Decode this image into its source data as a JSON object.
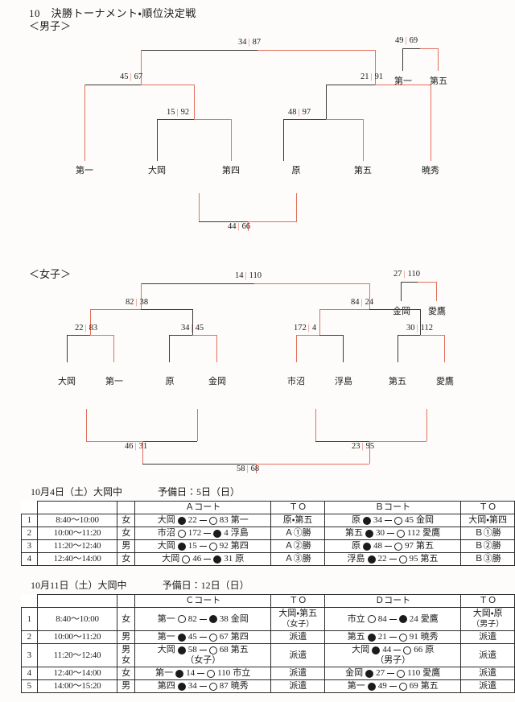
{
  "document": {
    "title": "10　決勝トーナメント・順位決定戦",
    "men_label": "＜男子＞",
    "women_label": "＜女子＞"
  },
  "men_bracket": {
    "teams": [
      "第一",
      "大岡",
      "第四",
      "原",
      "第五",
      "暁秀"
    ],
    "final_label": "第一",
    "final_label2": "第五",
    "matches": [
      {
        "id": "m-semi-left",
        "a": "45",
        "b": "67"
      },
      {
        "id": "m-quarter-left",
        "a": "15",
        "b": "92"
      },
      {
        "id": "m-quarter-right",
        "a": "48",
        "b": "97"
      },
      {
        "id": "m-semi-right",
        "a": "21",
        "b": "91"
      },
      {
        "id": "m-final",
        "a": "34",
        "b": "87"
      },
      {
        "id": "m-first-place",
        "a": "49",
        "b": "69"
      },
      {
        "id": "m-third-place",
        "a": "44",
        "b": "66"
      }
    ]
  },
  "women_bracket": {
    "teams": [
      "大岡",
      "第一",
      "原",
      "金岡",
      "市沼",
      "浮島",
      "第五",
      "愛鷹"
    ],
    "final_label": "金岡",
    "final_label2": "愛鷹",
    "matches": [
      {
        "id": "w-q1",
        "a": "22",
        "b": "83"
      },
      {
        "id": "w-q2",
        "a": "34",
        "b": "45"
      },
      {
        "id": "w-q3",
        "a": "172",
        "b": "4"
      },
      {
        "id": "w-q4",
        "a": "30",
        "b": "112"
      },
      {
        "id": "w-s-left",
        "a": "82",
        "b": "38"
      },
      {
        "id": "w-s-right",
        "a": "84",
        "b": "24"
      },
      {
        "id": "w-final",
        "a": "14",
        "b": "110"
      },
      {
        "id": "w-first-place",
        "a": "27",
        "b": "110"
      },
      {
        "id": "w-cons-left",
        "a": "46",
        "b": "31"
      },
      {
        "id": "w-cons-right",
        "a": "23",
        "b": "95"
      },
      {
        "id": "w-third-place",
        "a": "58",
        "b": "68"
      }
    ]
  },
  "schedule_a": {
    "date": "10月4日（土）大岡中",
    "backup": "予備日：5日（日）",
    "headers": {
      "court1": "Ａコート",
      "to1": "ＴＯ",
      "court2": "Ｂコート",
      "to2": "ＴＯ"
    },
    "rows": [
      {
        "idx": "1",
        "time": "8:40〜10:00",
        "gender": "女",
        "c1_left": "大岡",
        "c1_a": "22",
        "c1_b": "83",
        "c1_right": "第一",
        "c1_a_mark": "fill",
        "c1_b_mark": "open",
        "to1": "原・第五",
        "c2_left": "原",
        "c2_a": "34",
        "c2_b": "45",
        "c2_right": "金岡",
        "c2_a_mark": "fill",
        "c2_b_mark": "open",
        "to2": "大岡・第四"
      },
      {
        "idx": "2",
        "time": "10:00〜11:20",
        "gender": "女",
        "c1_left": "市沼",
        "c1_a": "172",
        "c1_b": "4",
        "c1_right": "浮島",
        "c1_a_mark": "open",
        "c1_b_mark": "fill",
        "to1": "Ａ①勝",
        "c2_left": "第五",
        "c2_a": "30",
        "c2_b": "112",
        "c2_right": "愛鷹",
        "c2_a_mark": "fill",
        "c2_b_mark": "open",
        "to2": "Ｂ①勝"
      },
      {
        "idx": "3",
        "time": "11:20〜12:40",
        "gender": "男",
        "c1_left": "大岡",
        "c1_a": "15",
        "c1_b": "92",
        "c1_right": "第四",
        "c1_a_mark": "fill",
        "c1_b_mark": "open",
        "to1": "Ａ②勝",
        "c2_left": "原",
        "c2_a": "48",
        "c2_b": "97",
        "c2_right": "第五",
        "c2_a_mark": "fill",
        "c2_b_mark": "open",
        "to2": "Ｂ②勝"
      },
      {
        "idx": "4",
        "time": "12:40〜14:00",
        "gender": "女",
        "c1_left": "大岡",
        "c1_a": "46",
        "c1_b": "31",
        "c1_right": "原",
        "c1_a_mark": "open",
        "c1_b_mark": "fill",
        "to1": "Ａ③勝",
        "c2_left": "浮島",
        "c2_a": "22",
        "c2_b": "95",
        "c2_right": "第五",
        "c2_a_mark": "fill",
        "c2_b_mark": "open",
        "to2": "Ｂ③勝"
      }
    ]
  },
  "schedule_b": {
    "date": "10月11日（土）大岡中",
    "backup": "予備日：12日（日）",
    "headers": {
      "court1": "Ｃコート",
      "to1": "ＴＯ",
      "court2": "Ｄコート",
      "to2": "ＴＯ"
    },
    "rows": [
      {
        "idx": "1",
        "time": "8:40〜10:00",
        "gender": "女",
        "c1_left": "第一",
        "c1_a": "82",
        "c1_b": "38",
        "c1_right": "金岡",
        "c1_a_mark": "open",
        "c1_b_mark": "fill",
        "to1": "大岡・第五",
        "to1_sub": "（女子）",
        "c2_left": "市立",
        "c2_a": "84",
        "c2_b": "24",
        "c2_right": "愛鷹",
        "c2_a_mark": "open",
        "c2_b_mark": "fill",
        "to2": "大岡・原",
        "to2_sub": "（男子）"
      },
      {
        "idx": "2",
        "time": "10:00〜11:20",
        "gender": "男",
        "c1_left": "第一",
        "c1_a": "45",
        "c1_b": "67",
        "c1_right": "第四",
        "c1_a_mark": "fill",
        "c1_b_mark": "open",
        "to1": "派遣",
        "c2_left": "第五",
        "c2_a": "21",
        "c2_b": "91",
        "c2_right": "暁秀",
        "c2_a_mark": "fill",
        "c2_b_mark": "open",
        "to2": "派遣"
      },
      {
        "idx": "3",
        "time": "11:20〜12:40",
        "gender": "男女",
        "c1_left": "大岡",
        "c1_a": "58",
        "c1_b": "68",
        "c1_right": "第五",
        "c1_a_mark": "fill",
        "c1_b_mark": "open",
        "c1_sub": "（女子）",
        "to1": "派遣",
        "c2_left": "大岡",
        "c2_a": "44",
        "c2_b": "66",
        "c2_right": "原",
        "c2_a_mark": "fill",
        "c2_b_mark": "open",
        "c2_sub": "（男子）",
        "to2": "派遣"
      },
      {
        "idx": "4",
        "time": "12:40〜14:00",
        "gender": "女",
        "c1_left": "第一",
        "c1_a": "14",
        "c1_b": "110",
        "c1_right": "市立",
        "c1_a_mark": "fill",
        "c1_b_mark": "open",
        "to1": "派遣",
        "c2_left": "金岡",
        "c2_a": "27",
        "c2_b": "110",
        "c2_right": "愛鷹",
        "c2_a_mark": "fill",
        "c2_b_mark": "open",
        "to2": "派遣"
      },
      {
        "idx": "5",
        "time": "14:00〜15:20",
        "gender": "男",
        "c1_left": "第四",
        "c1_a": "34",
        "c1_b": "87",
        "c1_right": "暁秀",
        "c1_a_mark": "fill",
        "c1_b_mark": "open",
        "to1": "派遣",
        "c2_left": "第一",
        "c2_a": "49",
        "c2_b": "69",
        "c2_right": "第五",
        "c2_a_mark": "fill",
        "c2_b_mark": "open",
        "to2": "派遣"
      }
    ]
  },
  "colors": {
    "winner_line": "#e2705e",
    "loser_line": "#3a3a3a",
    "ink": "#1b1b1b"
  }
}
